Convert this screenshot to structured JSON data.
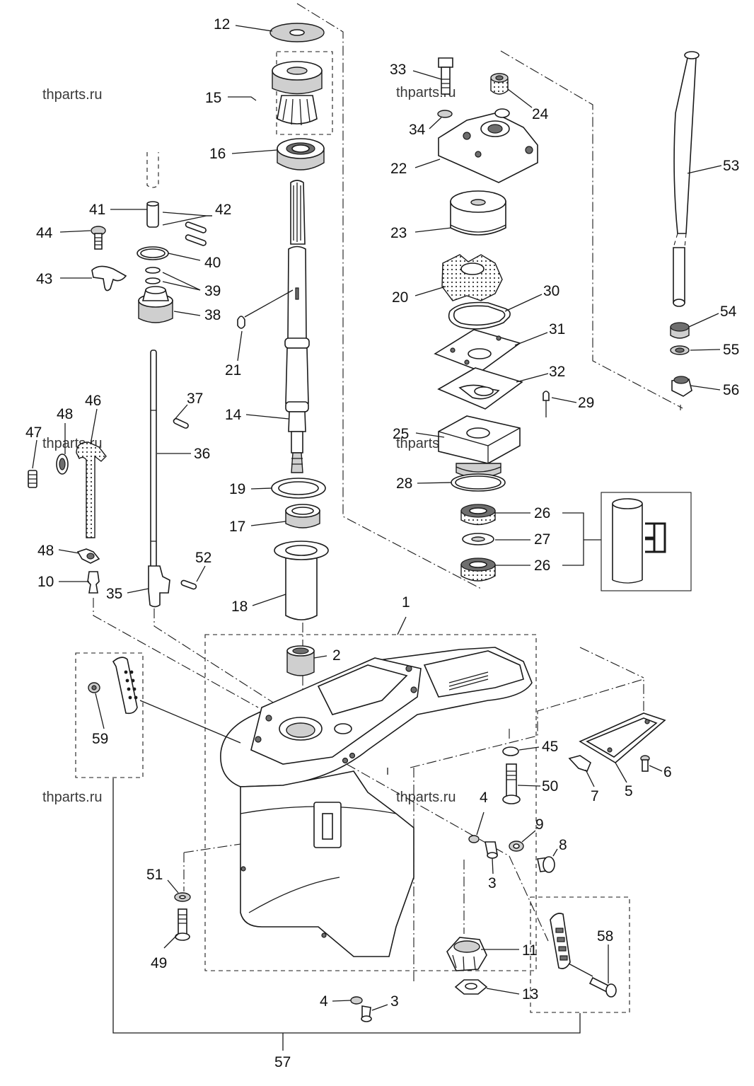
{
  "watermark": "thparts.ru",
  "callouts": {
    "c1": "1",
    "c2": "2",
    "c3": "3",
    "c3b": "3",
    "c4": "4",
    "c4b": "4",
    "c5": "5",
    "c6": "6",
    "c7": "7",
    "c8": "8",
    "c9": "9",
    "c10": "10",
    "c11": "11",
    "c12": "12",
    "c13": "13",
    "c14": "14",
    "c15": "15",
    "c16": "16",
    "c17": "17",
    "c18": "18",
    "c19": "19",
    "c20": "20",
    "c21": "21",
    "c22": "22",
    "c23": "23",
    "c24": "24",
    "c25": "25",
    "c26": "26",
    "c26b": "26",
    "c27": "27",
    "c28": "28",
    "c29": "29",
    "c30": "30",
    "c31": "31",
    "c32": "32",
    "c33": "33",
    "c34": "34",
    "c35": "35",
    "c36": "36",
    "c37": "37",
    "c38": "38",
    "c39": "39",
    "c40": "40",
    "c41": "41",
    "c42": "42",
    "c43": "43",
    "c44": "44",
    "c45": "45",
    "c46": "46",
    "c47": "47",
    "c48": "48",
    "c48b": "48",
    "c49": "49",
    "c50": "50",
    "c51": "51",
    "c52": "52",
    "c53": "53",
    "c54": "54",
    "c55": "55",
    "c56": "56",
    "c57": "57",
    "c58": "58",
    "c59": "59"
  }
}
